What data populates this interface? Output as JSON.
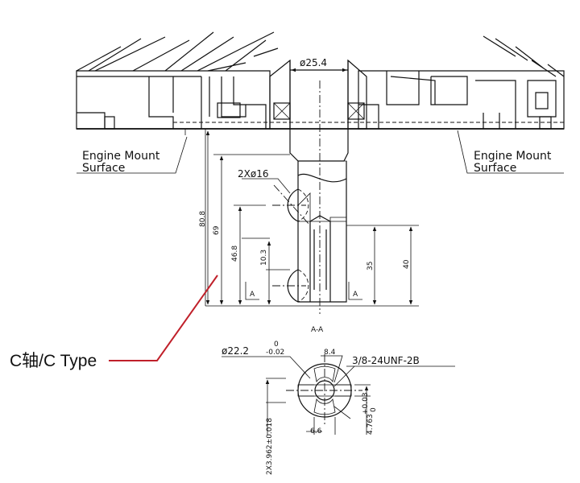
{
  "labels": {
    "engine_mount_left_1": "Engine Mount",
    "engine_mount_left_2": "Surface",
    "engine_mount_right_1": "Engine Mount",
    "engine_mount_right_2": "Surface",
    "callout": "C轴/C Type",
    "section_title": "A-A",
    "section_marker_left": "A",
    "section_marker_right": "A"
  },
  "dimensions": {
    "shaft_diameter": "ø25.4",
    "holes": "2Xø16",
    "d_80_8": "80.8",
    "d_69": "69",
    "d_46_8": "46.8",
    "d_10_3": "10.3",
    "d_35": "35",
    "d_40": "40",
    "section_diameter": "ø22.2",
    "section_diameter_upper": "0",
    "section_diameter_lower": "-0.02",
    "d_8_4": "8.4",
    "thread": "3/8-24UNF-2B",
    "d_6_6": "6.6",
    "key_depth": "2X3.962±0.018",
    "key_width": "4.763",
    "key_width_upper": "+0.03",
    "key_width_lower": "0"
  },
  "colors": {
    "callout_line": "#c0202a",
    "ink": "#111111"
  }
}
